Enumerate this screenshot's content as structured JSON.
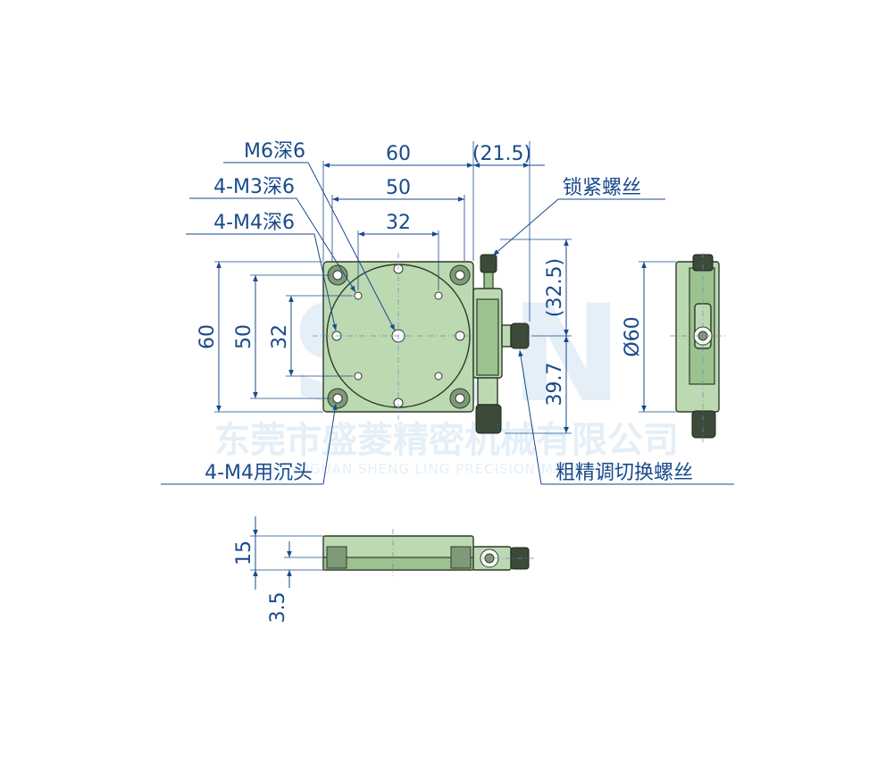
{
  "watermark": {
    "logo": "SEN",
    "company_cn": "东莞市盛菱精密机械有限公司",
    "company_en": "DONGGUAN SHENG LING PRECISION MACHINERY"
  },
  "labels": {
    "m6_depth": "M6深6",
    "m3_depth": "4-M3深6",
    "m4_depth": "4-M4深6",
    "m4_counterbore": "4-M4用沉头",
    "lock_screw": "锁紧螺丝",
    "adjust_screw": "粗精调切换螺丝"
  },
  "dimensions": {
    "width_60": "60",
    "width_50": "50",
    "width_32": "32",
    "offset_21_5": "(21.5)",
    "height_60": "60",
    "height_50": "50",
    "height_32": "32",
    "v_32_5": "(32.5)",
    "v_39_7": "39.7",
    "diameter_60": "Ø60",
    "thickness_15": "15",
    "base_3_5": "3.5"
  },
  "colors": {
    "dimension": "#1a4a8c",
    "body": "#bcd9b2",
    "outline": "#2e3b2b",
    "watermark": "#cfe3f1"
  }
}
